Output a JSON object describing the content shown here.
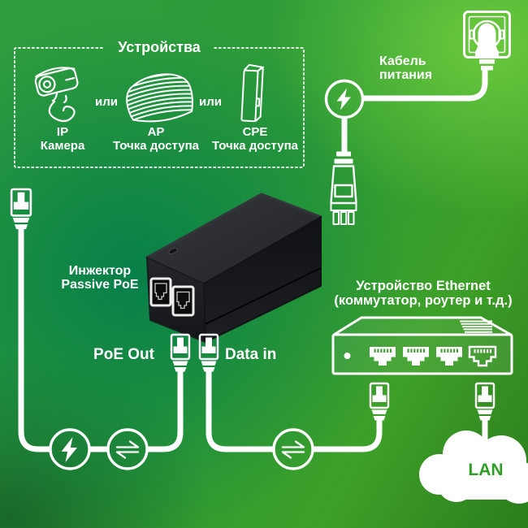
{
  "devices_box": {
    "title": "Устройства",
    "or_label": "или",
    "items": [
      {
        "icon": "ip-camera-icon",
        "line1": "IP",
        "line2": "Камера"
      },
      {
        "icon": "access-point-dome-icon",
        "line1": "AP",
        "line2": "Точка доступа"
      },
      {
        "icon": "cpe-device-icon",
        "line1": "CPE",
        "line2": "Точка доступа"
      }
    ]
  },
  "power_cable": {
    "line1": "Кабель",
    "line2": "питания",
    "icon": "lightning-circle-icon"
  },
  "injector": {
    "label_line1": "Инжектор",
    "label_line2": "Passive PoE",
    "poe_out_label": "PoE Out",
    "data_in_label": "Data in"
  },
  "ethernet_device": {
    "line1": "Устройство Ethernet",
    "line2": "(коммутатор, роутер и т.д.)",
    "port_count": 4
  },
  "lan": {
    "label": "LAN"
  },
  "legend_icons": {
    "power": "lightning-bolt-icon",
    "data": "double-arrow-icon",
    "plug": "rj45-connector-icon"
  },
  "colors": {
    "background_top_right": "#55b635",
    "background_center_teal": "#0c7f50",
    "background_left": "#2f9e3e",
    "background_bottom_left": "#1a612e",
    "background_bottom_right": "#2d7819",
    "line_white": "#ffffff",
    "injector_body_black": "#222327",
    "lan_label_green": "#2f9e27",
    "port_pin_green": "#3f9e33"
  }
}
